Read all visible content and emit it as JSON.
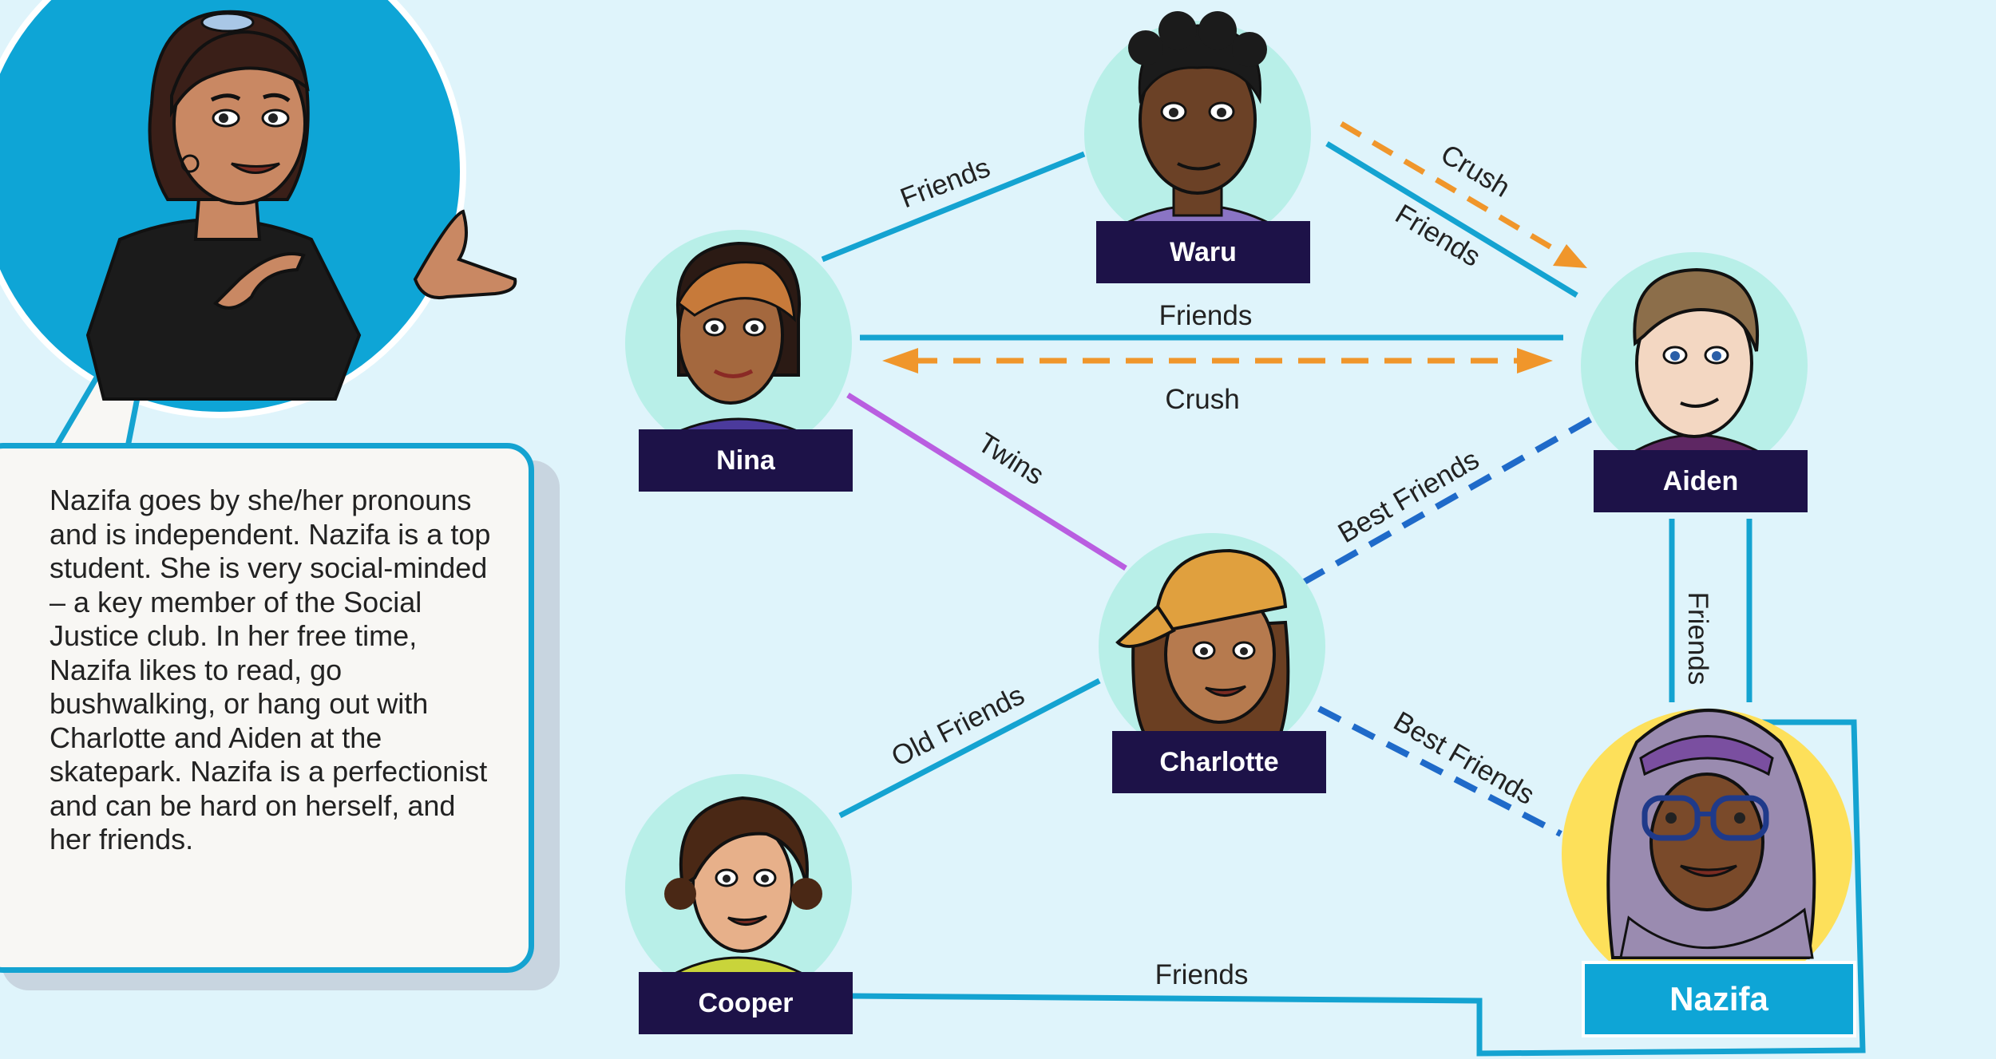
{
  "narrator": {
    "description": "Nazifa goes by she/her pronouns and is independent. Nazifa is a top student. She is very social-minded – a key member of the Social Justice club. In her free time, Nazifa likes to read, go bushwalking, or hang out with Charlotte and Aiden at the skatepark. Nazifa is a perfectionist and can be hard on herself, and her friends."
  },
  "characters": {
    "waru": {
      "name": "Waru"
    },
    "nina": {
      "name": "Nina"
    },
    "aiden": {
      "name": "Aiden"
    },
    "charlotte": {
      "name": "Charlotte"
    },
    "cooper": {
      "name": "Cooper"
    },
    "nazifa": {
      "name": "Nazifa"
    }
  },
  "relationships": {
    "nina_waru": "Friends",
    "waru_aiden_crush": "Crush",
    "waru_aiden_friends": "Friends",
    "nina_aiden_friends": "Friends",
    "nina_aiden_crush": "Crush",
    "nina_charlotte": "Twins",
    "charlotte_aiden": "Best Friends",
    "aiden_nazifa": "Friends",
    "charlotte_nazifa": "Best Friends",
    "cooper_charlotte": "Old Friends",
    "cooper_nazifa": "Friends"
  },
  "colors": {
    "friends_line": "#14a3d1",
    "crush_line": "#f0962b",
    "best_friends_line": "#1f6ac9",
    "twins_line": "#b95ee0",
    "label_bg": "#1d1248",
    "nazifa_label_bg": "#0ea5d6",
    "portrait_circle": "#b8efe8",
    "nazifa_circle": "#fde05a"
  }
}
